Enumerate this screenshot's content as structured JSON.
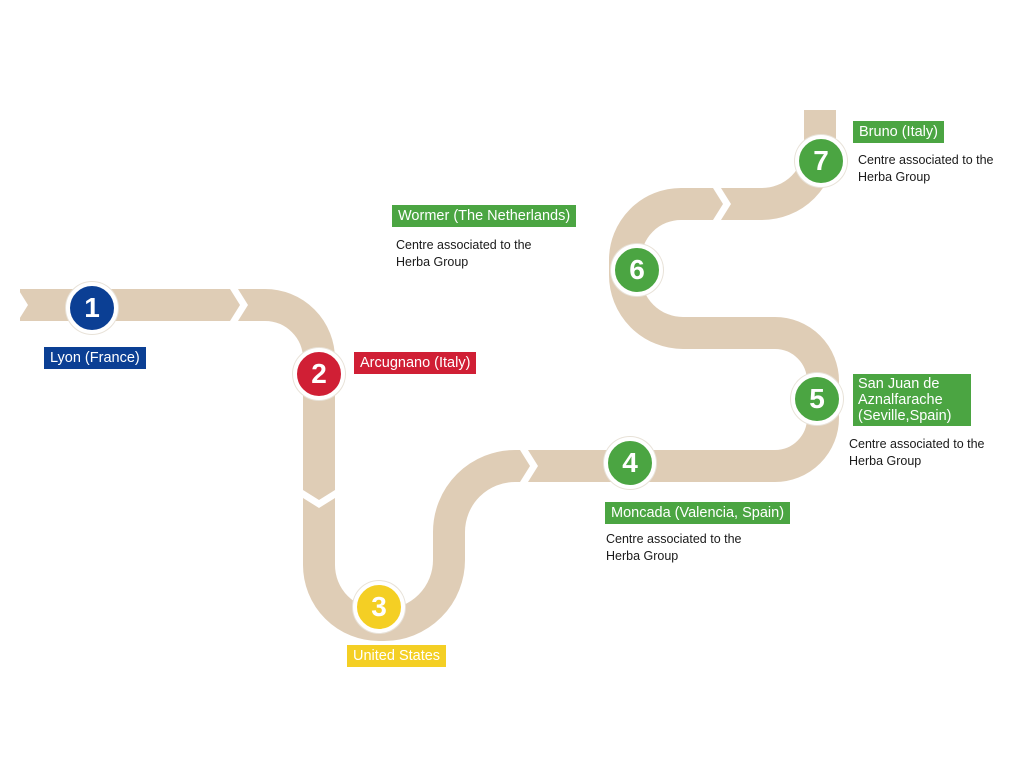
{
  "colors": {
    "road": "#dfcdb6",
    "france": "#0b3f94",
    "italy_red": "#d01f35",
    "usa": "#f4cf24",
    "herba_green": "#4ba542",
    "white": "#ffffff"
  },
  "stops": [
    {
      "number": "1",
      "label": "Lyon (France)",
      "color": "#0b3f94",
      "note": ""
    },
    {
      "number": "2",
      "label": "Arcugnano (Italy)",
      "color": "#d01f35",
      "note": ""
    },
    {
      "number": "3",
      "label": "United States",
      "color": "#f4cf24",
      "note": ""
    },
    {
      "number": "4",
      "label": "Moncada (Valencia, Spain)",
      "color": "#4ba542",
      "note": "Centre associated to the Herba Group"
    },
    {
      "number": "5",
      "label": "San Juan de Aznalfarache (Seville,Spain)",
      "color": "#4ba542",
      "note": "Centre associated to the Herba Group"
    },
    {
      "number": "6",
      "label": "Wormer (The Netherlands)",
      "color": "#4ba542",
      "note": "Centre associated to the Herba Group"
    },
    {
      "number": "7",
      "label": "Bruno (Italy)",
      "color": "#4ba542",
      "note": "Centre associated to the Herba Group"
    }
  ]
}
